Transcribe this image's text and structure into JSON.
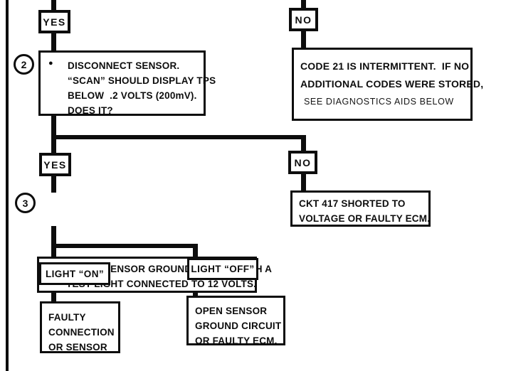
{
  "colors": {
    "ink": "#0d0d0d",
    "paper": "#ffffff"
  },
  "flow": {
    "yes_top": "YES",
    "no_top": "NO",
    "step2": {
      "num": "2",
      "bullet": "●",
      "lines": [
        "DISCONNECT SENSOR.",
        "“SCAN” SHOULD DISPLAY TPS",
        "BELOW  .2 VOLTS (200mV).",
        "DOES IT?"
      ]
    },
    "intermittent": {
      "lines": [
        "CODE 21 IS INTERMITTENT.  IF NO",
        "ADDITIONAL CODES WERE STORED,",
        "SEE DIAGNOSTICS AIDS BELOW"
      ]
    },
    "yes_mid": "YES",
    "no_mid": "NO",
    "step3": {
      "num": "3",
      "bullet": "●",
      "lines": [
        "PROBE SENSOR GROUND CIRCUIT WITH A",
        "TEST LIGHT CONNECTED TO 12 VOLTS."
      ]
    },
    "ckt417": {
      "lines": [
        "CKT 417 SHORTED TO",
        "VOLTAGE OR FAULTY ECM."
      ]
    },
    "light_on": "LIGHT “ON”",
    "light_off": "LIGHT “OFF”",
    "faulty": {
      "lines": [
        "FAULTY",
        "CONNECTION",
        "OR SENSOR"
      ]
    },
    "open_ground": {
      "lines": [
        "OPEN SENSOR",
        "GROUND CIRCUIT",
        "OR FAULTY ECM."
      ]
    }
  }
}
